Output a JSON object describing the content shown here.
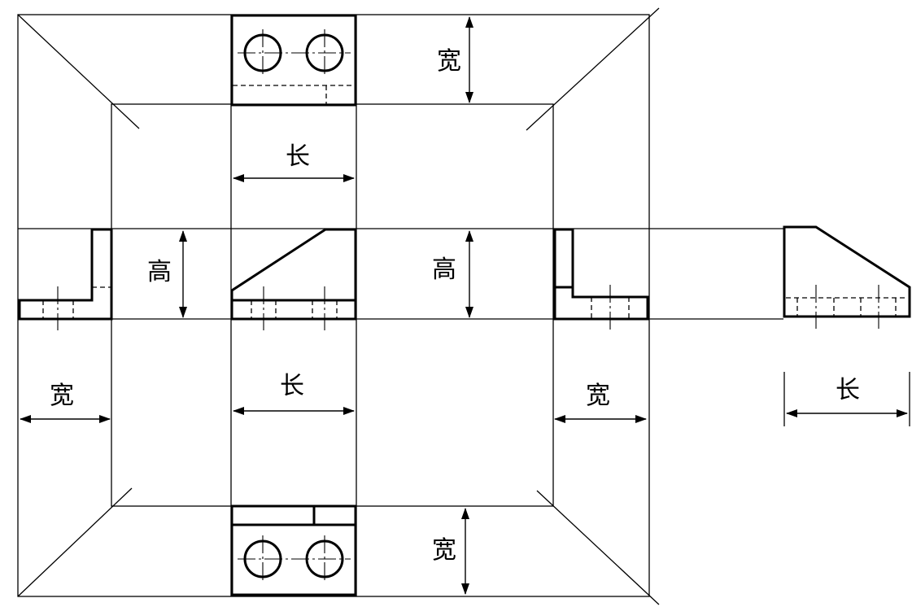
{
  "labels": {
    "length": "长",
    "width": "宽",
    "height": "高"
  }
}
